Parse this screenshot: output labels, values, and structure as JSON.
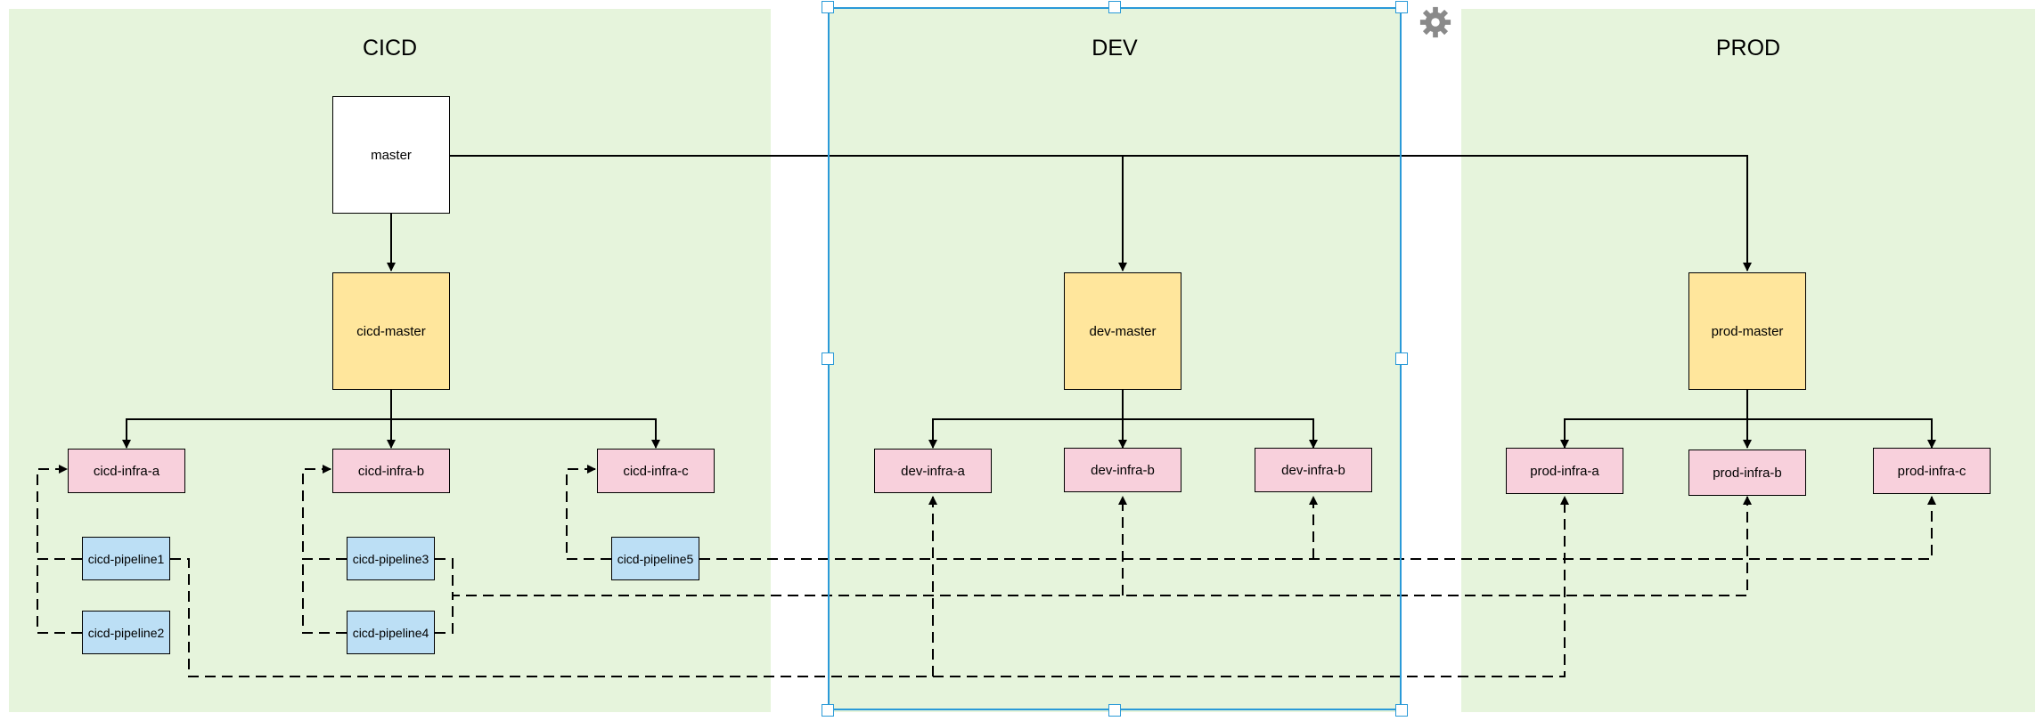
{
  "zones": {
    "cicd": {
      "title": "CICD"
    },
    "dev": {
      "title": "DEV"
    },
    "prod": {
      "title": "PROD"
    }
  },
  "nodes": {
    "master": "master",
    "cicd_master": "cicd-master",
    "dev_master": "dev-master",
    "prod_master": "prod-master",
    "cicd_infra_a": "cicd-infra-a",
    "cicd_infra_b": "cicd-infra-b",
    "cicd_infra_c": "cicd-infra-c",
    "dev_infra_a": "dev-infra-a",
    "dev_infra_b": "dev-infra-b",
    "dev_infra_c": "dev-infra-b",
    "prod_infra_a": "prod-infra-a",
    "prod_infra_b": "prod-infra-b",
    "prod_infra_c": "prod-infra-c",
    "cicd_pipeline1": "cicd-pipeline1",
    "cicd_pipeline2": "cicd-pipeline2",
    "cicd_pipeline3": "cicd-pipeline3",
    "cicd_pipeline4": "cicd-pipeline4",
    "cicd_pipeline5": "cicd-pipeline5"
  },
  "colors": {
    "zone_fill": "#e6f4dc",
    "master_fill": "#ffe69c",
    "infra_fill": "#f8d0dc",
    "pipeline_fill": "#bcdff5",
    "selection": "#2a9ad8"
  },
  "icons": {
    "settings": "gear-icon"
  }
}
